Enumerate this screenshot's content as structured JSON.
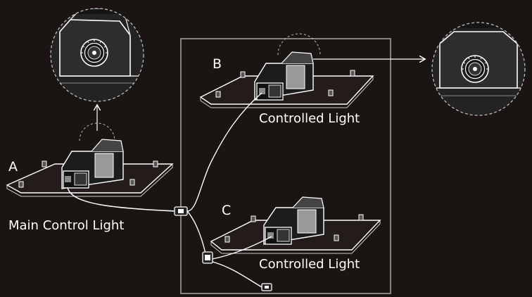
{
  "diagram": {
    "labels": {
      "a": "A",
      "b": "B",
      "c": "C",
      "main_light": "Main Control Light",
      "controlled_b": "Controlled Light",
      "controlled_c": "Controlled Light"
    },
    "colors": {
      "background": "#1a1412",
      "line": "#ffffff",
      "fixture_dark": "#2a2a2a",
      "fixture_mid": "#777777",
      "fixture_light": "#bdbdbd"
    },
    "icons": [
      "knob-icon",
      "arrow-icon",
      "connector-icon",
      "cable-plug-icon"
    ]
  }
}
